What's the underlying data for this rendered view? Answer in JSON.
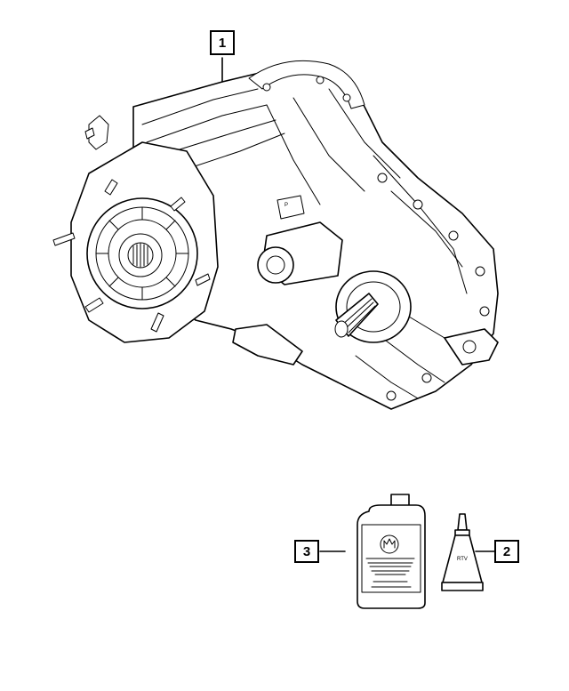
{
  "callouts": [
    {
      "id": "1",
      "label": "1"
    },
    {
      "id": "2",
      "label": "2"
    },
    {
      "id": "3",
      "label": "3"
    }
  ],
  "parts": {
    "transfer_case": {
      "icon": "transfer-case-assembly-icon"
    },
    "fluid_bottle": {
      "icon": "fluid-bottle-icon"
    },
    "sealant_tube": {
      "icon": "sealant-tube-icon",
      "tube_label": "RTV"
    }
  }
}
